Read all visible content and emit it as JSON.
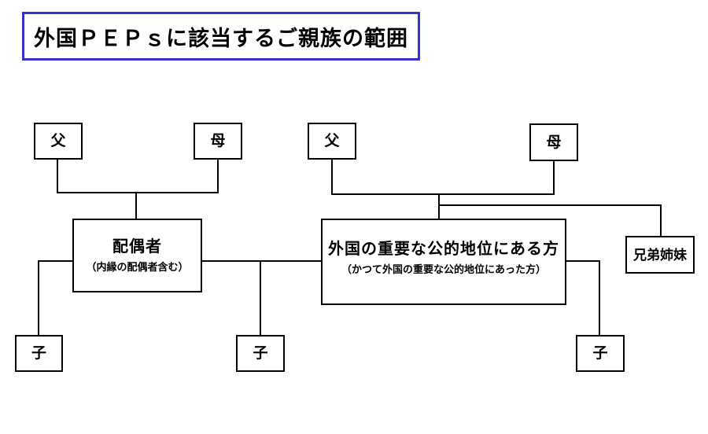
{
  "title": "外国ＰＥＰｓに該当するご親族の範囲",
  "colors": {
    "title_border": "#3832cd",
    "line": "#000000",
    "background": "#ffffff",
    "text": "#000000"
  },
  "tree_left": {
    "father": "父",
    "mother": "母",
    "spouse": {
      "label": "配偶者",
      "note": "（内縁の配偶者含む）"
    },
    "child_of_spouse": "子",
    "child_shared": "子"
  },
  "tree_right": {
    "father": "父",
    "mother": "母",
    "pep": {
      "label": "外国の重要な公的地位にある方",
      "note": "（かつて外国の重要な公的地位にあった方）"
    },
    "siblings": "兄弟姉妹",
    "child": "子"
  }
}
